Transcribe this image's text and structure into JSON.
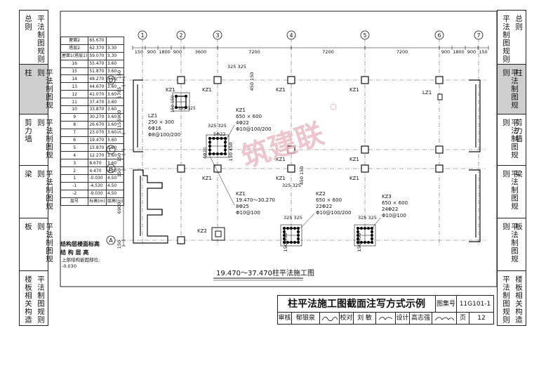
{
  "left_nav": [
    {
      "abbr": "平法制图规则",
      "label": "总则"
    },
    {
      "abbr": "平法制图规则",
      "label": "柱",
      "active": true
    },
    {
      "abbr": "平法制图规则",
      "label": "剪力墙"
    },
    {
      "abbr": "平法制图规则",
      "label": "梁"
    },
    {
      "abbr": "平法制图规则",
      "label": "板"
    },
    {
      "abbr": "平法制图规则",
      "label": "楼板相关构造"
    }
  ],
  "right_nav": [
    {
      "abbr": "平法制图规则",
      "label": "总则"
    },
    {
      "abbr": "平法制图规则",
      "label": "柱",
      "active": true
    },
    {
      "abbr": "平法制图规则",
      "label": "剪力墙"
    },
    {
      "abbr": "平法制图规则",
      "label": "梁"
    },
    {
      "abbr": "平法制图规则",
      "label": "板"
    },
    {
      "abbr": "平法制图规则",
      "label": "楼板相关构造"
    }
  ],
  "levels_table": {
    "rows": [
      {
        "tag": "屋面2",
        "elev": "65.670",
        "h": ""
      },
      {
        "tag": "塔层2",
        "elev": "62.370",
        "h": "3.30"
      },
      {
        "tag": "屋面1(塔层1)",
        "elev": "59.070",
        "h": "3.30"
      },
      {
        "tag": "16",
        "elev": "55.470",
        "h": "3.60"
      },
      {
        "tag": "15",
        "elev": "51.870",
        "h": "3.60"
      },
      {
        "tag": "14",
        "elev": "48.270",
        "h": "3.60"
      },
      {
        "tag": "13",
        "elev": "44.670",
        "h": "3.60"
      },
      {
        "tag": "12",
        "elev": "41.070",
        "h": "3.60"
      },
      {
        "tag": "11",
        "elev": "37.470",
        "h": "3.60"
      },
      {
        "tag": "10",
        "elev": "33.870",
        "h": "3.60"
      },
      {
        "tag": "9",
        "elev": "30.270",
        "h": "3.60"
      },
      {
        "tag": "8",
        "elev": "26.670",
        "h": "3.60"
      },
      {
        "tag": "7",
        "elev": "23.070",
        "h": "3.60"
      },
      {
        "tag": "6",
        "elev": "19.470",
        "h": "3.60"
      },
      {
        "tag": "5",
        "elev": "15.870",
        "h": "3.60"
      },
      {
        "tag": "4",
        "elev": "12.270",
        "h": "3.60"
      },
      {
        "tag": "3",
        "elev": "8.670",
        "h": "3.60"
      },
      {
        "tag": "2",
        "elev": "4.470",
        "h": "4.20"
      },
      {
        "tag": "1",
        "elev": "-0.030",
        "h": "4.50"
      },
      {
        "tag": "-1",
        "elev": "-4.530",
        "h": "4.50"
      },
      {
        "tag": "-2",
        "elev": "-9.030",
        "h": "4.50"
      },
      {
        "tag": "层号",
        "elev": "标高(m)",
        "h": "层高(m)"
      }
    ]
  },
  "levels_note": {
    "line1": "结构层楼面标高",
    "line2": "结 构 层 高",
    "line3": "上部结构嵌固部位:",
    "line4": "-0.030"
  },
  "axes": {
    "columns": [
      "1",
      "2",
      "3",
      "4",
      "5",
      "6",
      "7"
    ],
    "rows": [
      "D",
      "C",
      "B",
      "A"
    ]
  },
  "dims": {
    "top": [
      "150",
      "900",
      "1800",
      "900",
      "3600",
      "7200",
      "7200",
      "7200",
      "900",
      "1800",
      "900",
      "150"
    ],
    "left": [
      "150",
      "1785",
      "6900",
      "5115",
      "150",
      "150",
      "6900",
      "150"
    ]
  },
  "column_notes": {
    "lz1": [
      "LZ1",
      "250 × 300",
      "6Φ16",
      "Φ8@100/200"
    ],
    "kz1": [
      "KZ1",
      "650 × 600",
      "4Φ22",
      "Φ10@100/200"
    ],
    "kz1_mid": [
      "KZ1",
      "19.470～30.270",
      "8Φ25",
      "Φ10@100"
    ],
    "kz2": [
      "KZ2",
      "650 × 600",
      "22Φ22",
      "Φ10@100/200"
    ],
    "kz3": [
      "KZ3",
      "650 × 600",
      "24Φ22",
      "Φ10@100"
    ]
  },
  "small_dims": {
    "d325_325": "325 325",
    "d450_150": "450 150",
    "d150_450": "150 450",
    "d125_125": "125 125",
    "d150_150": "150 150",
    "d5_22": "5Φ22",
    "d4_20": "4Φ20"
  },
  "tags": {
    "kz1": "KZ1",
    "kz2": "KZ2",
    "lz1": "LZ1"
  },
  "plan_title": "19.470～37.470柱平法施工图",
  "watermark": "筑建联",
  "title_block": {
    "title": "柱平法施工图截面注写方式示例",
    "atlas_label": "图集号",
    "atlas_value": "11G101-1",
    "review_label": "审核",
    "review_name": "郁银泉",
    "check_label": "校对",
    "check_name": "刘 敏",
    "design_label": "设计",
    "design_name": "高志强",
    "page_label": "页",
    "page_value": "12"
  }
}
